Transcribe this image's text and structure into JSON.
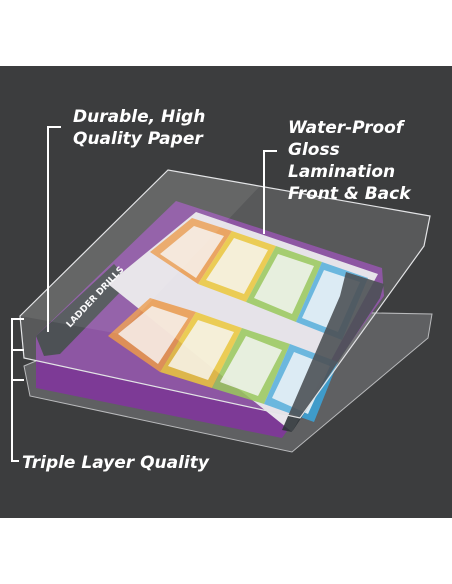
{
  "callouts": {
    "paper": [
      "Durable, High",
      "Quality Paper"
    ],
    "lamination": [
      "Water-Proof Gloss",
      "Lamination",
      "Front & Back"
    ],
    "layers": "Triple Layer Quality"
  },
  "poster": {
    "title": "LADDER DRILLS"
  },
  "colors": {
    "background": "#3c3d3e",
    "poster_purple": "#7d3a96",
    "poster_dark": "#2f3438",
    "panel_orange": "#ef8c2c",
    "panel_yellow": "#f0c419",
    "panel_green": "#8cc63f",
    "panel_blue": "#3aa6dd",
    "text": "#ffffff"
  }
}
